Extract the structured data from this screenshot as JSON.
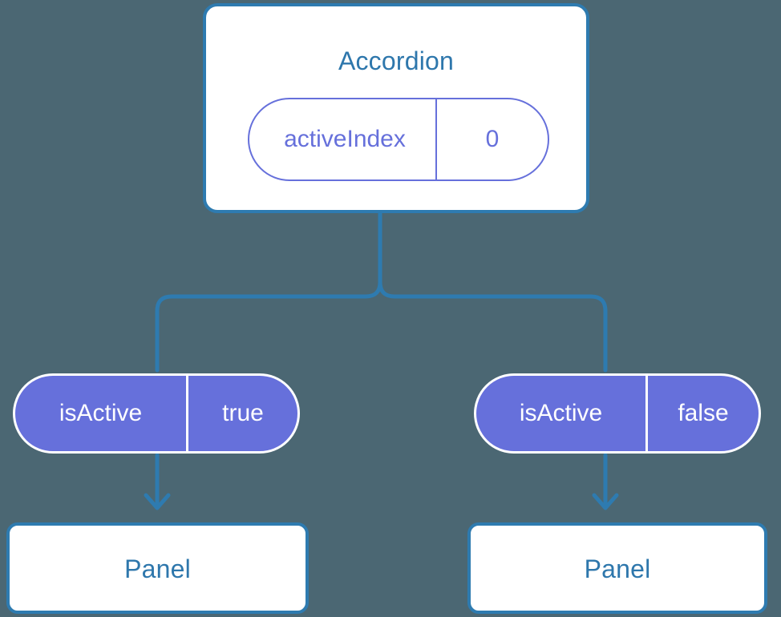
{
  "canvas": {
    "background_color": "#4b6773",
    "line_color": "#2e7bb0",
    "component_border_color": "#2e7bb0",
    "component_title_color": "#2e77ac",
    "pill_outline_color": "#6670db",
    "pill_filled_color": "#6670db",
    "pill_filled_text_color": "#ffffff"
  },
  "diagram": {
    "type": "component-tree",
    "root": {
      "name": "accordion-node",
      "title": "Accordion",
      "state": {
        "key": "activeIndex",
        "value": "0"
      }
    },
    "branches": [
      {
        "name": "left-branch",
        "prop": {
          "key": "isActive",
          "value": "true"
        },
        "child": {
          "name": "panel-left-node",
          "title": "Panel"
        }
      },
      {
        "name": "right-branch",
        "prop": {
          "key": "isActive",
          "value": "false"
        },
        "child": {
          "name": "panel-right-node",
          "title": "Panel"
        }
      }
    ]
  }
}
